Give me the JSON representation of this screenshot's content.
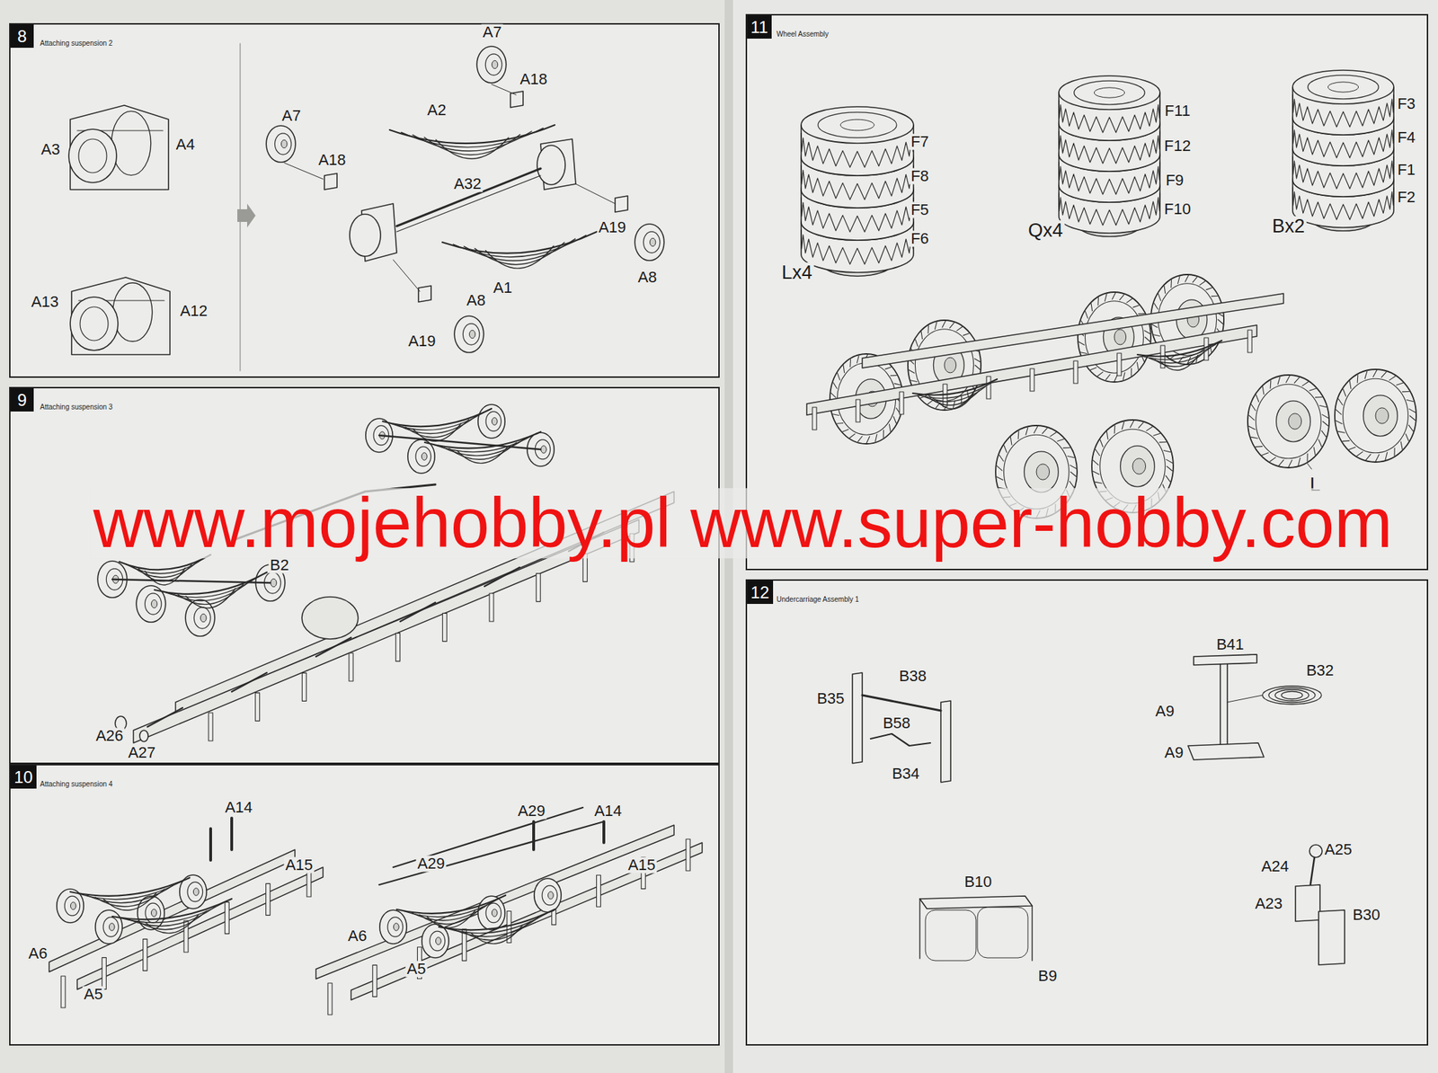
{
  "diagram": {
    "nodes": [
      {
        "text": [
          "8",
          "Attaching suspension 2"
        ]
      },
      {
        "text": [
          "9",
          "Attaching suspension 3"
        ]
      },
      {
        "text": [
          "10",
          "Attaching suspension 4"
        ]
      },
      {
        "text": [
          "11",
          "Wheel Assembly"
        ]
      },
      {
        "text": [
          "12",
          "Undercarriage Assembly 1"
        ]
      }
    ],
    "labels": [
      "A7",
      "A18",
      "A2",
      "A32",
      "A3",
      "A4",
      "A13",
      "A12",
      "A7",
      "A18",
      "A19",
      "A8",
      "A1",
      "A19",
      "A8",
      "B2",
      "A26",
      "A27",
      "A14",
      "A15",
      "A6",
      "A5",
      "A29",
      "A14",
      "A15",
      "A29",
      "A6",
      "A5",
      "F7",
      "F8",
      "F5",
      "F6",
      "Lx4",
      "F11",
      "F12",
      "F9",
      "F10",
      "Qx4",
      "F3",
      "F4",
      "F1",
      "F2",
      "Bx2",
      "L",
      "B38",
      "B35",
      "B58",
      "B34",
      "B41",
      "B32",
      "A9",
      "A9",
      "B10",
      "B9",
      "A24",
      "A25",
      "A23",
      "B30",
      "www.mojehobby.pl www.super-hobby.com"
    ]
  }
}
